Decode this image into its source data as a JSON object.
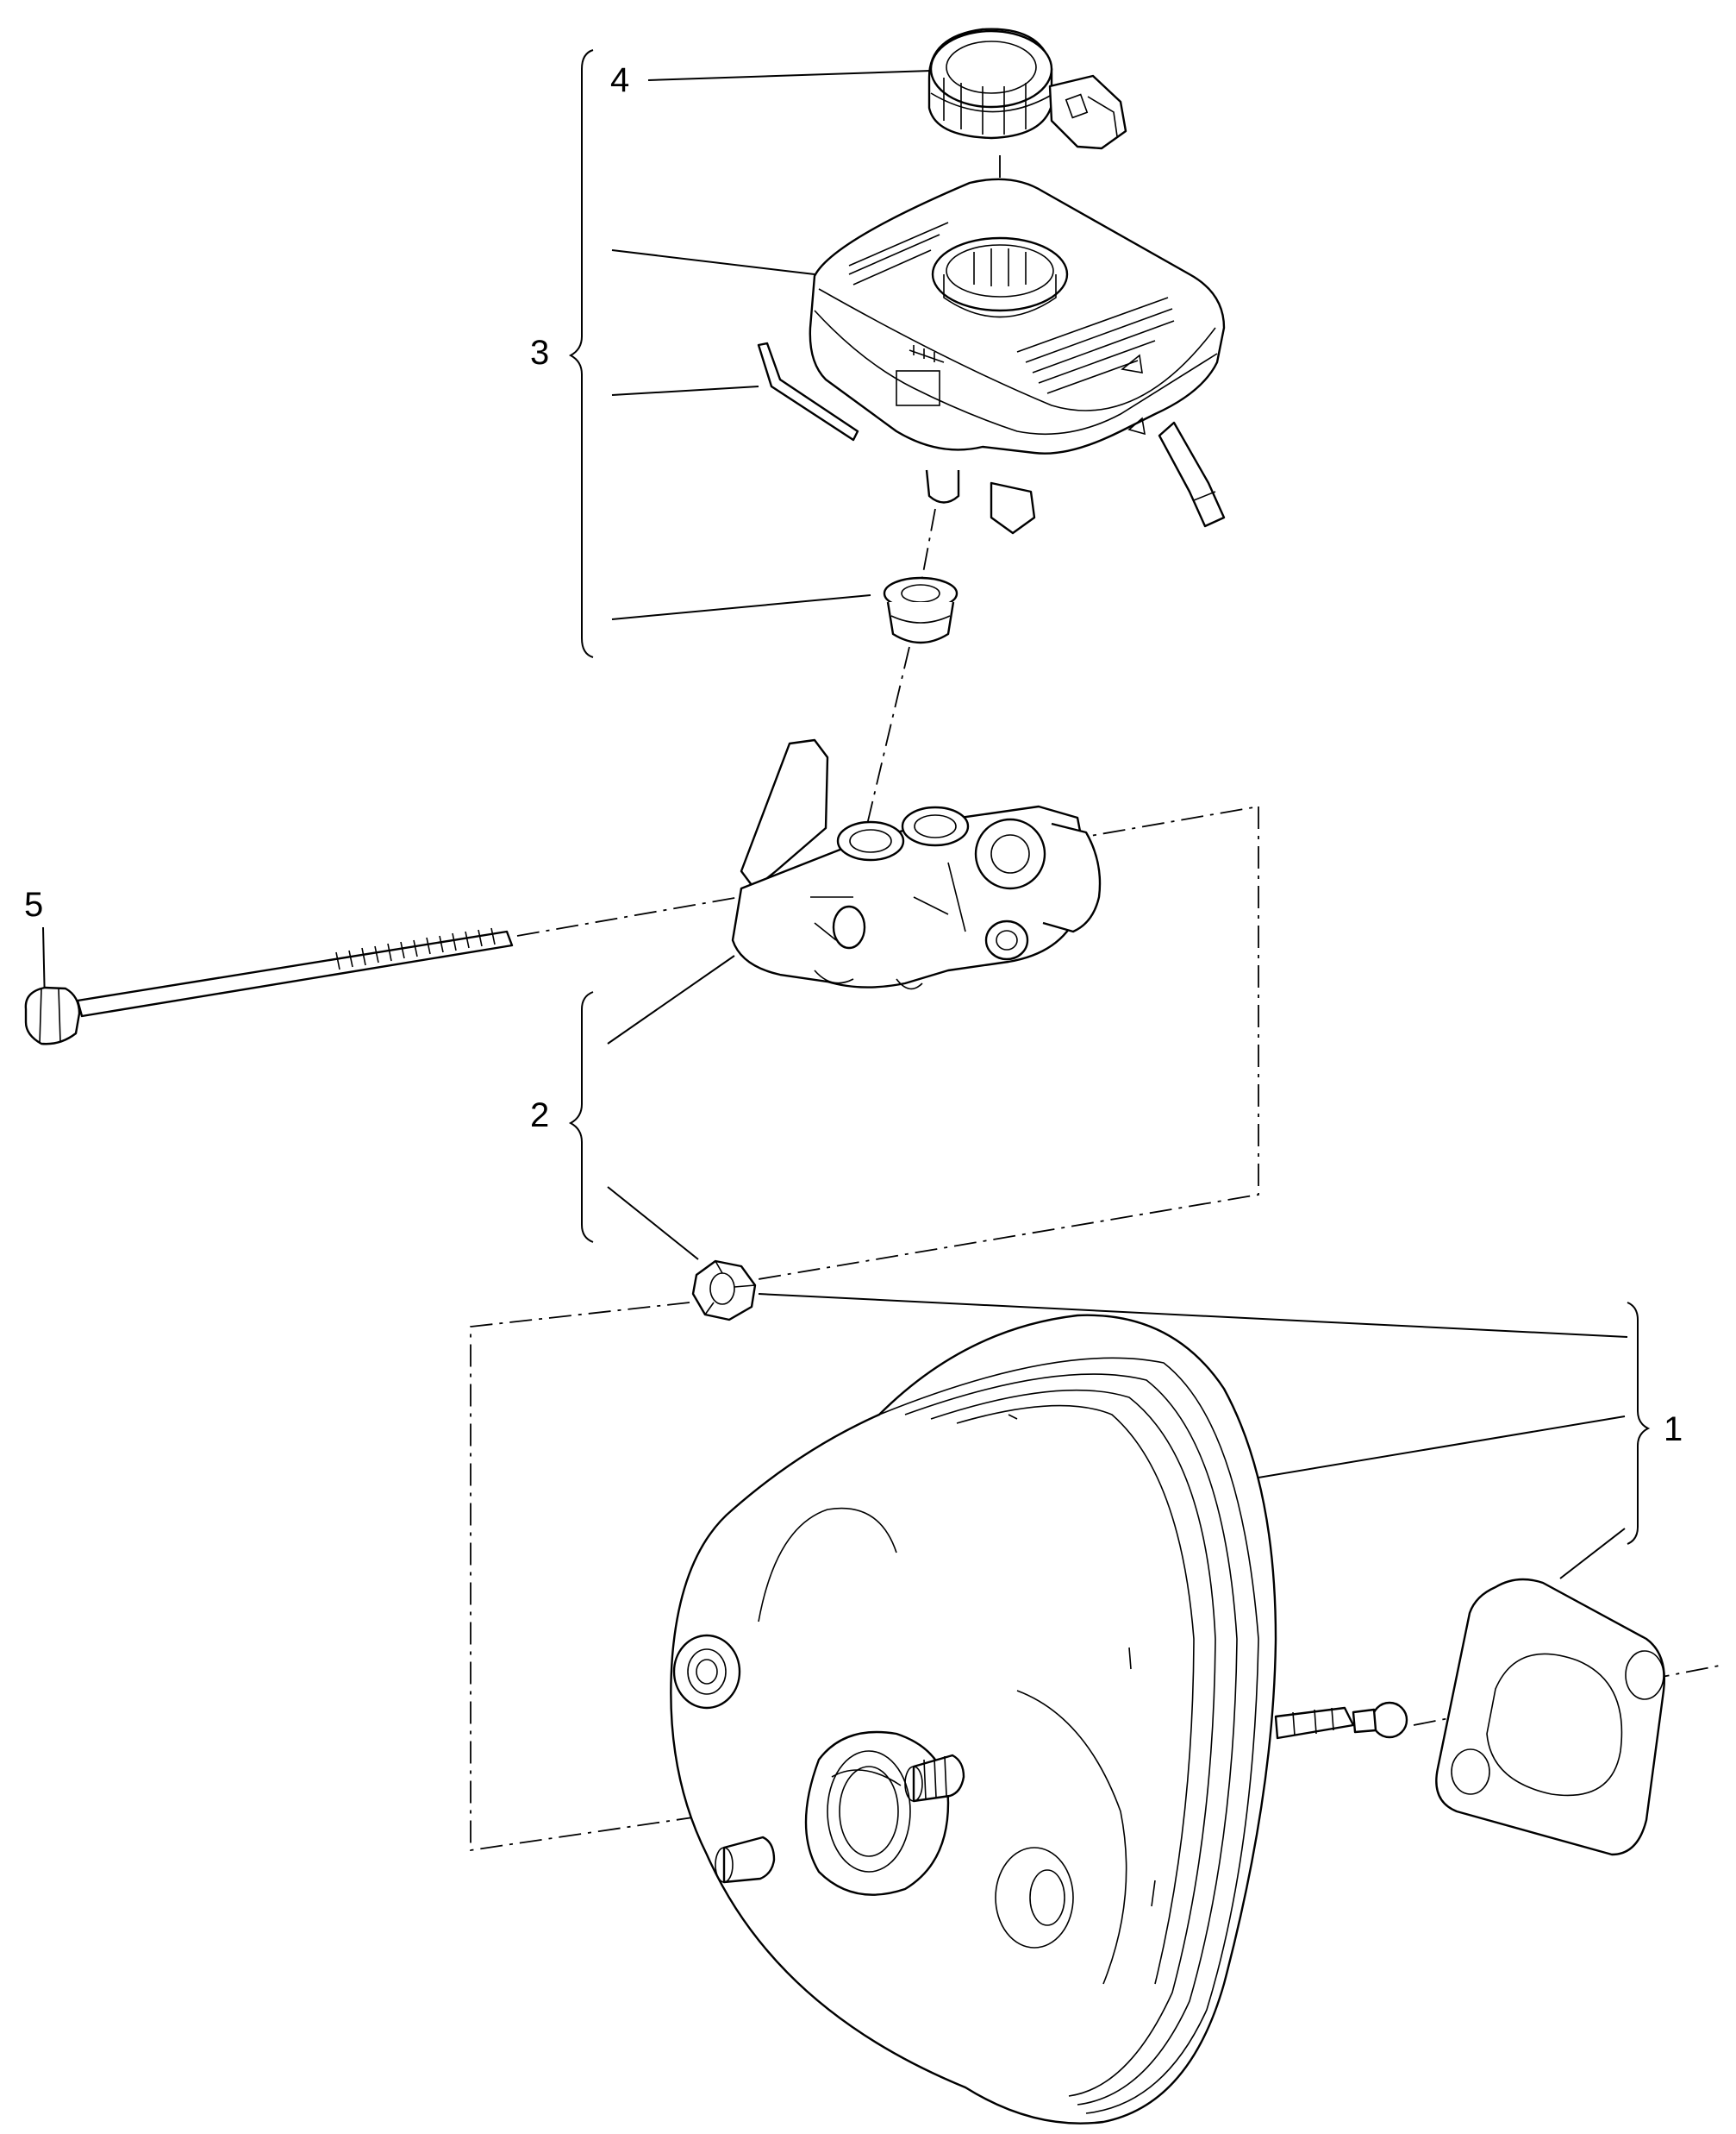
{
  "diagram": {
    "callouts": [
      {
        "id": "callout-1",
        "label": "1"
      },
      {
        "id": "callout-2",
        "label": "2"
      },
      {
        "id": "callout-3",
        "label": "3"
      },
      {
        "id": "callout-4",
        "label": "4"
      },
      {
        "id": "callout-5",
        "label": "5"
      }
    ],
    "parts": {
      "part_1": "brake-booster",
      "part_2": "master-cylinder",
      "part_3": "fluid-reservoir",
      "part_4": "reservoir-cap",
      "part_5": "long-bolt"
    }
  }
}
